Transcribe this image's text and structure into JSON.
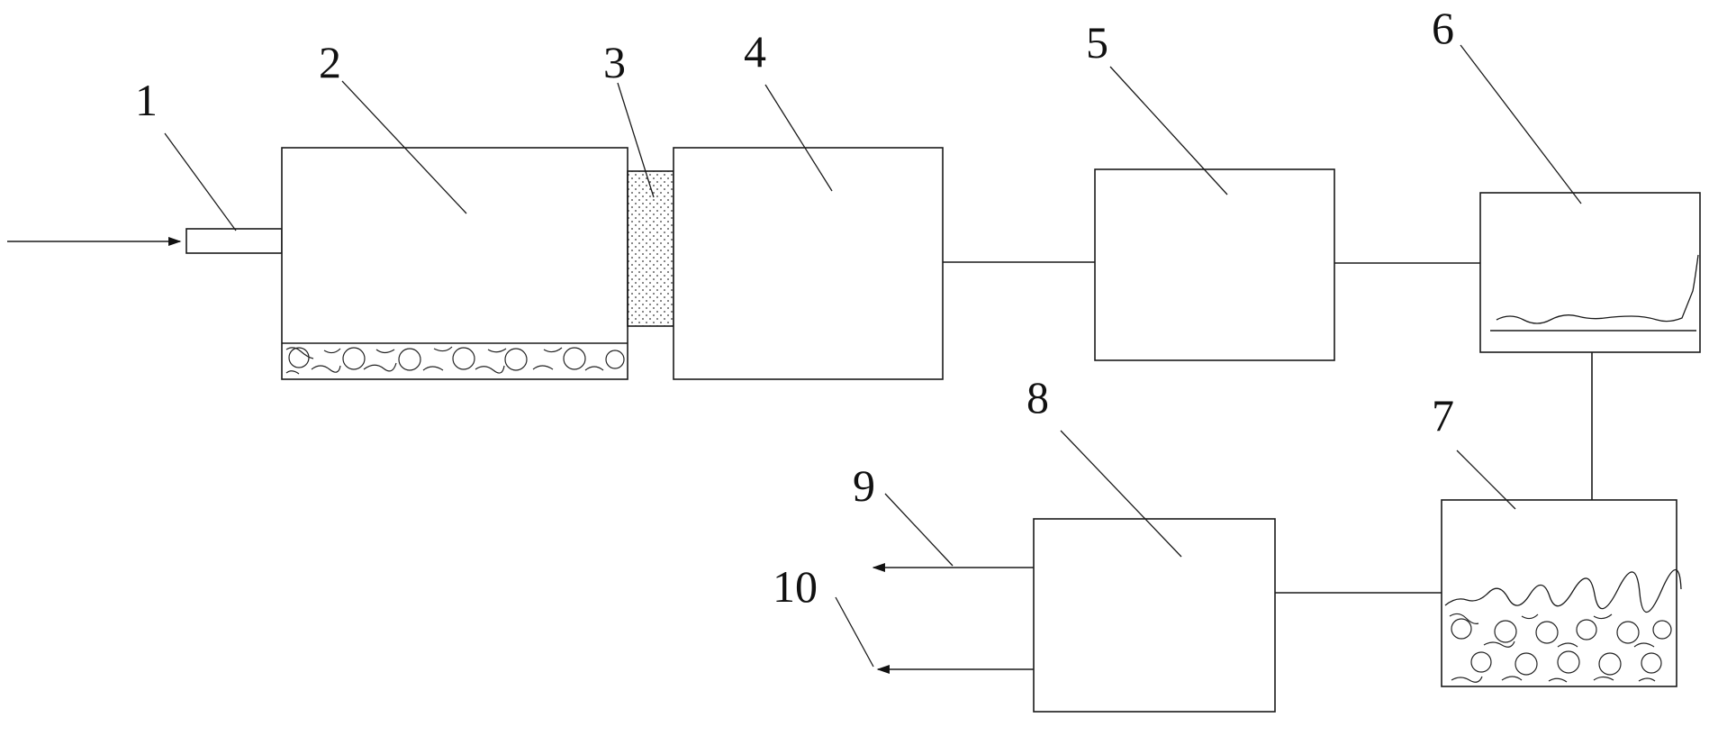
{
  "labels": {
    "l1": "1",
    "l2": "2",
    "l3": "3",
    "l4": "4",
    "l5": "5",
    "l6": "6",
    "l7": "7",
    "l8": "8",
    "l9": "9",
    "l10": "10"
  },
  "colors": {
    "ink": "#1a1a1a",
    "background": "#ffffff"
  }
}
